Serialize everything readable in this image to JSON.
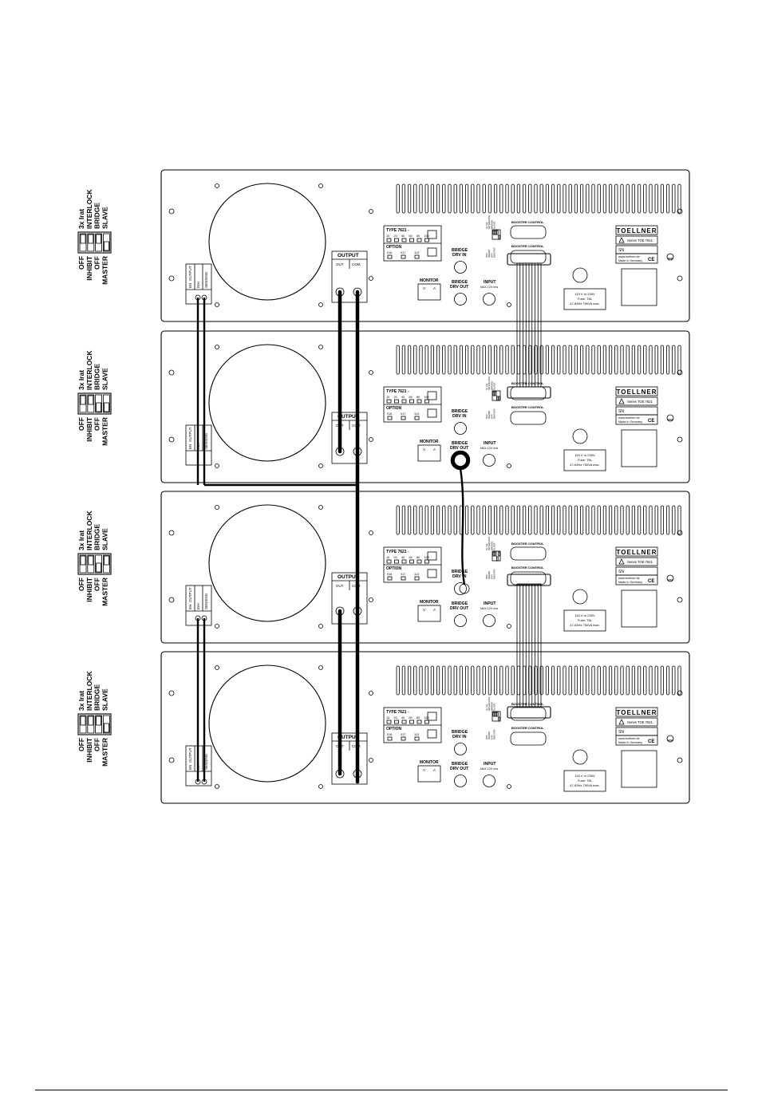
{
  "switch_block": {
    "right_labels": [
      "3x Irat",
      "INTERLOCK",
      "BRIDGE",
      "SLAVE"
    ],
    "left_labels": [
      "OFF",
      "INHIBIT",
      "OFF",
      "MASTER"
    ]
  },
  "units": [
    {
      "switch_pattern": [
        0,
        0,
        0,
        1
      ]
    },
    {
      "switch_pattern": [
        0,
        0,
        1,
        1
      ]
    },
    {
      "switch_pattern": [
        0,
        0,
        1,
        0
      ]
    },
    {
      "switch_pattern": [
        0,
        0,
        0,
        1
      ]
    }
  ],
  "panel": {
    "type": "TYPE 7621 -",
    "type_options": [
      "10",
      "20",
      "40",
      "60",
      "80",
      "100"
    ],
    "option_title": "OPTION",
    "options": [
      "016",
      "017",
      "113"
    ],
    "output_title": "OUTPUT",
    "output_out": "OUT",
    "output_com": "COM",
    "sense_en": "EN",
    "sense_output": "OUTPUT",
    "sense_inh": "INH",
    "sense_sensing": "SENSING",
    "monitor_title": "MONITOR",
    "monitor_v": "V",
    "monitor_a": "A",
    "bridge_in": [
      "BRIDGE",
      "DRV IN"
    ],
    "bridge_out": [
      "BRIDGE",
      "DRV OUT"
    ],
    "input_title": "INPUT",
    "input_sub": "MAX 12V rms",
    "booster_control": "BOOSTER CONTROL",
    "brand": "TOELLNER",
    "series": "Series TOE 7621",
    "sn": "SN",
    "website": "www.toellner.de",
    "made_in": "Made in Germany",
    "ce": "CE",
    "mains": [
      "115 V or 230V",
      "Fuse: T8L",
      "47-63Hz  750VA max."
    ],
    "dip_labels": [
      "3x Irat",
      "INTERLOCK",
      "BRIDGE",
      "SLAVE"
    ],
    "dip_labels_off": [
      "OFF",
      "INHIBIT",
      "OFF",
      "MASTER"
    ]
  }
}
